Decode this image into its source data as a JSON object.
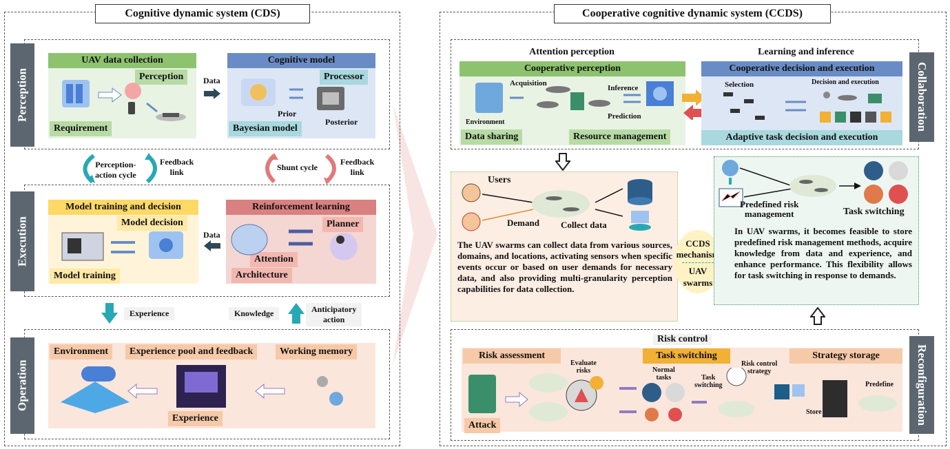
{
  "cds": {
    "title": "Cognitive dynamic system (CDS)",
    "perception": {
      "label": "Perception",
      "uav_panel": {
        "header": "UAV data collection",
        "perception": "Perception",
        "requirement": "Requirement"
      },
      "data_arrow": "Data",
      "cognitive_panel": {
        "header": "Cognitive model",
        "processor": "Processor",
        "prior": "Prior",
        "posterior": "Posterior",
        "bayesian": "Bayesian model"
      }
    },
    "loops": {
      "perception_action": "Perception-\naction cycle",
      "feedback_left": "Feedback\nlink",
      "shunt": "Shunt cycle",
      "feedback_right": "Feedback\nlink"
    },
    "execution": {
      "label": "Execution",
      "training_panel": {
        "header": "Model training and decision",
        "decision": "Model decision",
        "training": "Model training"
      },
      "data_arrow": "Data",
      "rl_panel": {
        "header": "Reinforcement learning",
        "planner": "Planner",
        "attention": "Attention",
        "architecture": "Architecture"
      }
    },
    "between": {
      "experience": "Experience",
      "knowledge": "Knowledge",
      "anticipatory": "Anticipatory\naction"
    },
    "operation": {
      "label": "Operation",
      "environment": "Environment",
      "experience_pool": "Experience pool and feedback",
      "working_memory": "Working memory",
      "experience": "Experience"
    }
  },
  "ccds": {
    "title": "Cooperative cognitive dynamic system (CCDS)",
    "collaboration": {
      "label": "Collaboration",
      "attention_perception": "Attention perception",
      "learning_inference": "Learning and inference",
      "coop_perception": {
        "header": "Cooperative perception",
        "acquisition": "Acquisition",
        "environment": "Environment",
        "inference": "Inference",
        "prediction": "Prediction",
        "data_sharing": "Data sharing",
        "resource": "Resource management"
      },
      "coop_decision": {
        "header": "Cooperative decision and execution",
        "selection": "Selection",
        "decision_exec": "Decision and execution",
        "adaptive": "Adaptive task decision and execution"
      }
    },
    "middle": {
      "users": "Users",
      "demand": "Demand",
      "collect": "Collect data",
      "left_text": "The UAV swarms can collect data from various sources, domains, and locations, activating sensors when specific events occur or based on user demands for necessary data, and also providing multi-granularity perception capabilities for data collection.",
      "center_line1": "CCDS",
      "center_line2": "mechanism",
      "center_line3": "UAV",
      "center_line4": "swarms",
      "predefined": "Predefined risk\nmanagement",
      "task_switching": "Task switching",
      "right_text": "In UAV swarms, it becomes feasible to store predefined risk management methods, acquire knowledge from data and experience, and enhance performance. This flexibility allows for task switching in response to demands."
    },
    "reconfiguration": {
      "label": "Reconfiguration",
      "risk_control": "Risk control",
      "risk_assessment": "Risk assessment",
      "task_switching": "Task switching",
      "strategy_storage": "Strategy storage",
      "evaluate": "Evaluate\nrisks",
      "normal_tasks": "Normal\ntasks",
      "task_sw_small": "Task\nswitching",
      "risk_strategy": "Risk control\nstrategy",
      "predefine": "Predefine",
      "store": "Store",
      "attack": "Attack"
    }
  },
  "colors": {
    "green": "#8dc26f",
    "blue": "#6a8cc6",
    "yellow": "#ffd966",
    "red": "#d98080",
    "peach": "#f6c9a8",
    "slate": "#5b6670",
    "teal": "#27a9b5",
    "pink": "#e07a7a"
  }
}
